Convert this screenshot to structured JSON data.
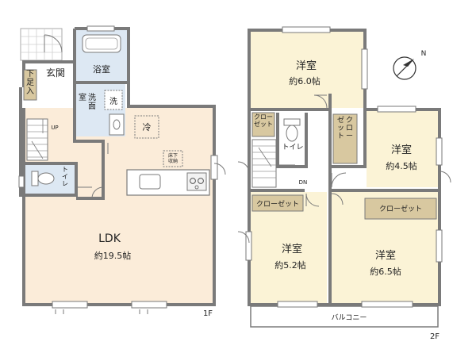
{
  "floor1": {
    "label": "1F",
    "entrance": "玄関",
    "shoe_storage": "下足入",
    "bathroom": "浴室",
    "washroom": "洗面室",
    "washer": "洗",
    "fridge": "冷",
    "under_floor_storage": "床下収納",
    "toilet": "トイレ",
    "stairs_up": "UP",
    "ldk": {
      "name": "LDK",
      "size": "約19.5帖"
    }
  },
  "floor2": {
    "label": "2F",
    "room_top": {
      "name": "洋室",
      "size": "約6.0帖"
    },
    "room_right": {
      "name": "洋室",
      "size": "約4.5帖"
    },
    "room_bottom_left": {
      "name": "洋室",
      "size": "約5.2帖"
    },
    "room_bottom_right": {
      "name": "洋室",
      "size": "約6.5帖"
    },
    "closet_small": "クローゼット",
    "closet_vertical": "クローゼット",
    "closet_left": "クローゼット",
    "closet_right": "クローゼット",
    "toilet": "トイレ",
    "stairs_down": "DN",
    "balcony": "バルコニー"
  },
  "compass": {
    "north": "N"
  },
  "colors": {
    "wall": "#7a7a7a",
    "floor_wood": "#fbecd9",
    "floor_tile": "#dde8f3",
    "closet": "#d8c8a0",
    "room_2f": "#fbf3d6"
  }
}
